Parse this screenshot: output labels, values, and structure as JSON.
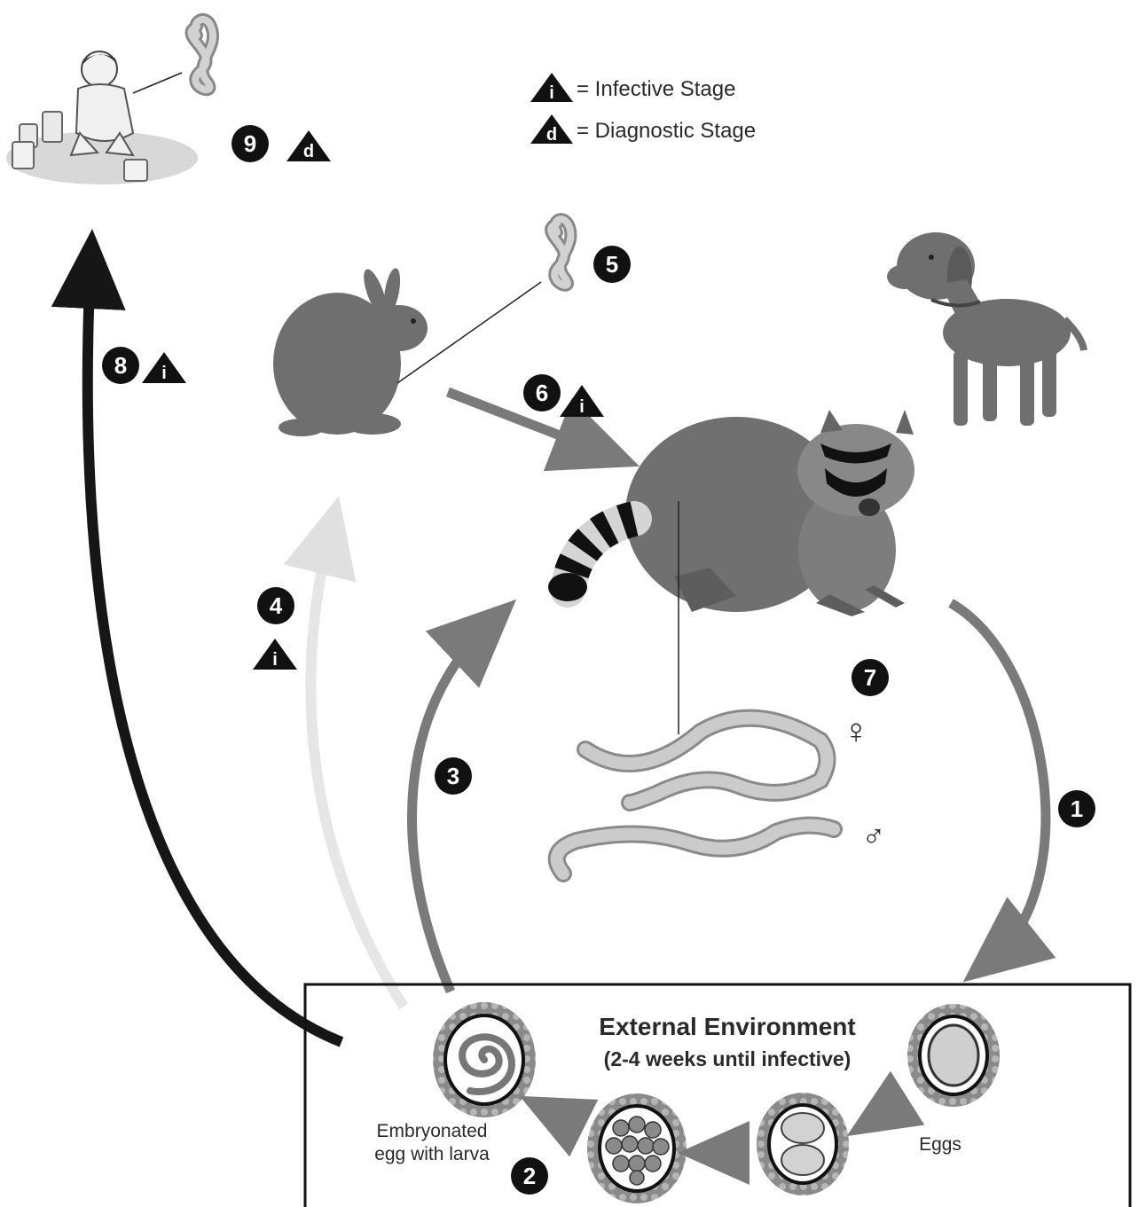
{
  "legend": {
    "infective": "= Infective Stage",
    "diagnostic": "= Diagnostic Stage",
    "infective_symbol": "i",
    "diagnostic_symbol": "d"
  },
  "steps": {
    "s1": "1",
    "s2": "2",
    "s3": "3",
    "s4": "4",
    "s5": "5",
    "s6": "6",
    "s7": "7",
    "s8": "8",
    "s9": "9"
  },
  "environment": {
    "title": "External Environment",
    "subtitle": "(2-4 weeks until infective)",
    "eggs_label": "Eggs",
    "embryonated_line1": "Embryonated",
    "embryonated_line2": "egg with larva"
  },
  "sex_symbols": {
    "female": "♀",
    "male": "♂"
  },
  "colors": {
    "arrow_mid": "#7a7a7a",
    "arrow_light": "#e6e6e6",
    "arrow_dark": "#161616",
    "badge": "#111111",
    "worm_fill": "#c9c9c9",
    "animal": "#707070"
  },
  "icons": [
    "child-playing-icon",
    "rabbit-icon",
    "dog-icon",
    "raccoon-icon",
    "worm-icon",
    "egg-icon"
  ]
}
